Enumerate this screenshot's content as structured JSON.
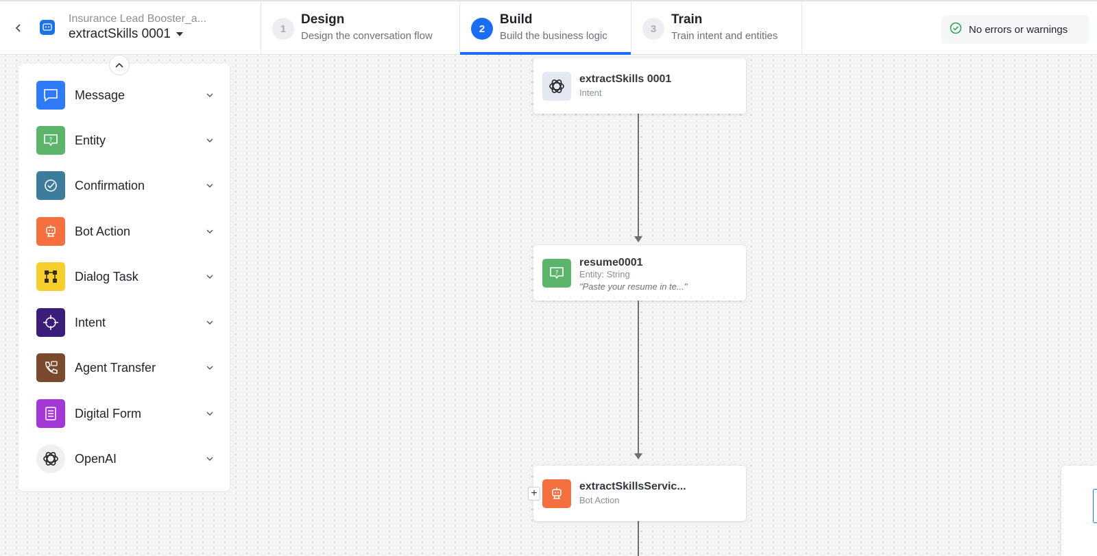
{
  "header": {
    "bot_name": "Insurance Lead Booster_a...",
    "dialog_name": "extractSkills 0001",
    "steps": [
      {
        "number": "1",
        "title": "Design",
        "subtitle": "Design the conversation flow"
      },
      {
        "number": "2",
        "title": "Build",
        "subtitle": "Build the business logic"
      },
      {
        "number": "3",
        "title": "Train",
        "subtitle": "Train intent and entities"
      }
    ],
    "status": "No errors or warnings"
  },
  "palette": {
    "items": [
      {
        "label": "Message",
        "icon": "message-icon",
        "color": "#2f7bf6"
      },
      {
        "label": "Entity",
        "icon": "entity-icon",
        "color": "#5cb46a"
      },
      {
        "label": "Confirmation",
        "icon": "confirmation-icon",
        "color": "#3e7c9c"
      },
      {
        "label": "Bot Action",
        "icon": "bot-action-icon",
        "color": "#f4703e"
      },
      {
        "label": "Dialog Task",
        "icon": "dialog-task-icon",
        "color": "#f7cf2c"
      },
      {
        "label": "Intent",
        "icon": "intent-icon",
        "color": "#3b1d7a"
      },
      {
        "label": "Agent Transfer",
        "icon": "agent-transfer-icon",
        "color": "#7a4a2c"
      },
      {
        "label": "Digital Form",
        "icon": "digital-form-icon",
        "color": "#a438d6"
      },
      {
        "label": "OpenAI",
        "icon": "openai-icon",
        "color": "#f0f0f0"
      }
    ]
  },
  "canvas": {
    "nodes": [
      {
        "title": "extractSkills 0001",
        "subtitle": "Intent",
        "quote": "",
        "icon": "openai-icon"
      },
      {
        "title": "resume0001",
        "subtitle": "Entity: String",
        "quote": "\"Paste your resume in te...\"",
        "icon": "entity-icon"
      },
      {
        "title": "extractSkillsServic...",
        "subtitle": "Bot Action",
        "quote": "",
        "icon": "bot-action-icon"
      }
    ],
    "add_label": "+"
  },
  "colors": {
    "accent": "#1a6ef5",
    "status_ok": "#2e9e4f"
  }
}
